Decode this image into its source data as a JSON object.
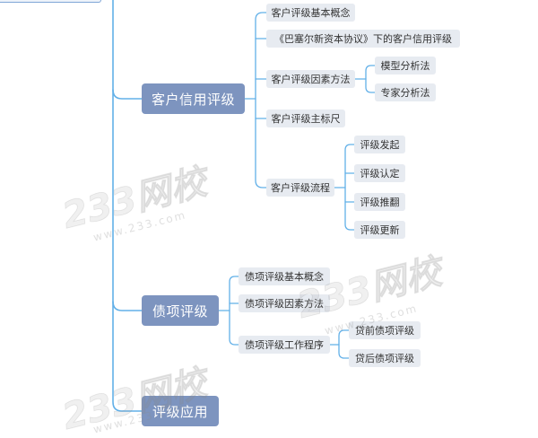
{
  "colors": {
    "main_node_fill": "#7d94bf",
    "main_node_text": "#ffffff",
    "sub_node_fill": "#e7ebf1",
    "sub_node_text": "#333333",
    "connector": "#62b0e8",
    "root_border": "#7fa6d6"
  },
  "mindmap": {
    "branches": [
      {
        "label": "客户信用评级",
        "children": [
          {
            "label": "客户评级基本概念"
          },
          {
            "label": "《巴塞尔新资本协议》下的客户信用评级"
          },
          {
            "label": "客户评级因素方法",
            "children": [
              {
                "label": "模型分析法"
              },
              {
                "label": "专家分析法"
              }
            ]
          },
          {
            "label": "客户评级主标尺"
          },
          {
            "label": "客户评级流程",
            "children": [
              {
                "label": "评级发起"
              },
              {
                "label": "评级认定"
              },
              {
                "label": "评级推翻"
              },
              {
                "label": "评级更新"
              }
            ]
          }
        ]
      },
      {
        "label": "债项评级",
        "children": [
          {
            "label": "债项评级基本概念"
          },
          {
            "label": "债项评级因素方法"
          },
          {
            "label": "债项评级工作程序",
            "children": [
              {
                "label": "贷前债项评级"
              },
              {
                "label": "贷后债项评级"
              }
            ]
          }
        ]
      },
      {
        "label": "评级应用"
      }
    ]
  },
  "watermark": {
    "brand": "233网校",
    "url": "www.233.com"
  }
}
